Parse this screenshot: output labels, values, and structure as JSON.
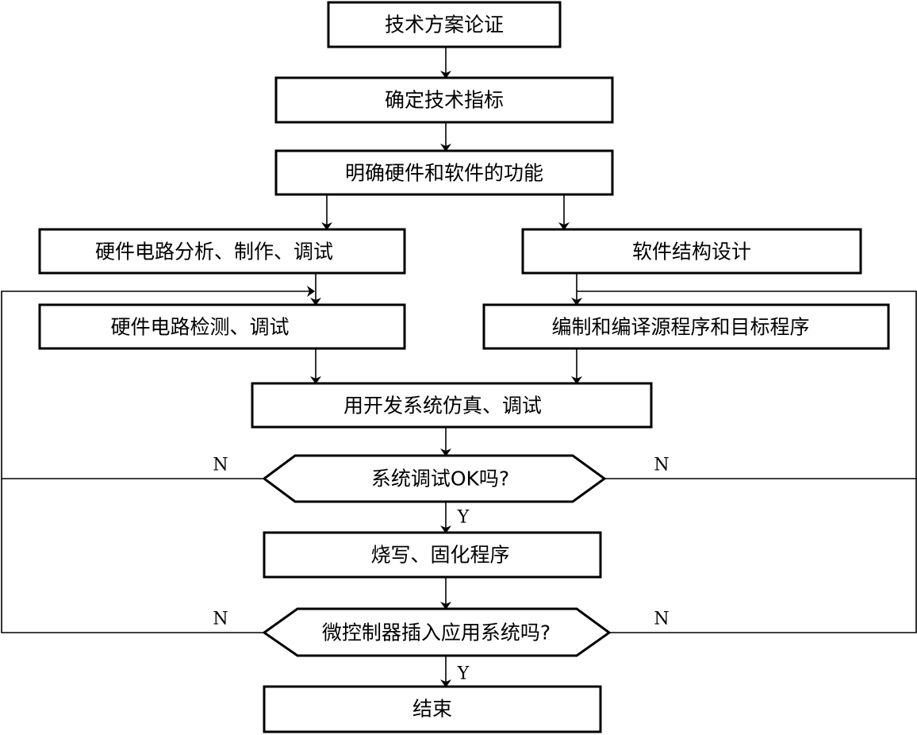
{
  "flowchart": {
    "steps": {
      "tech_scheme": "技术方案论证",
      "tech_specs": "确定技术指标",
      "hw_sw_functions": "明确硬件和软件的功能",
      "hw_circuit_analysis": "硬件电路分析、制作、调试",
      "sw_structure_design": "软件结构设计",
      "hw_circuit_test": "硬件电路检测、调试",
      "compile_source": "编制和编译源程序和目标程序",
      "dev_system_sim": "用开发系统仿真、调试",
      "burn_firmware": "烧写、固化程序",
      "end": "结束"
    },
    "decisions": {
      "system_debug_ok": "系统调试OK吗?",
      "mcu_plugged": "微控制器插入应用系统吗?"
    },
    "labels": {
      "no": "N",
      "yes": "Y"
    }
  }
}
